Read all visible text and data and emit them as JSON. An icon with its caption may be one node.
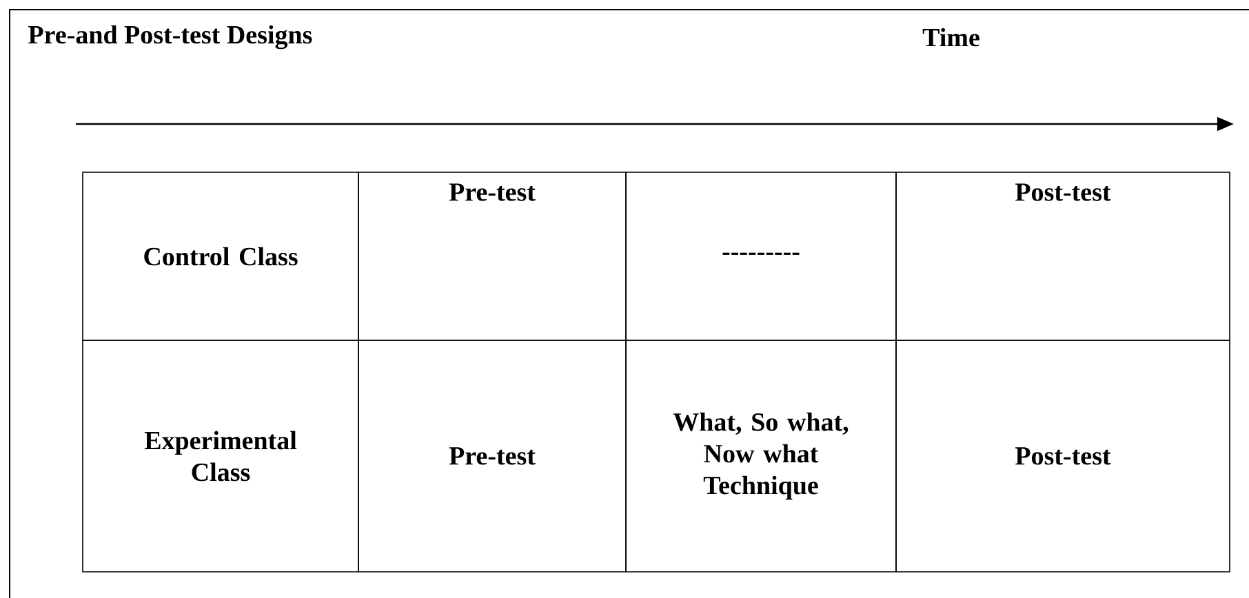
{
  "diagram": {
    "title": "Pre-and Post-test Designs",
    "labels": [
      "Time",
      "Control Class",
      "Pre-test",
      "---------",
      "Post-test",
      "Experimental Class",
      "Pre-test",
      "What, So what, Now what Technique",
      "Post-test"
    ]
  }
}
